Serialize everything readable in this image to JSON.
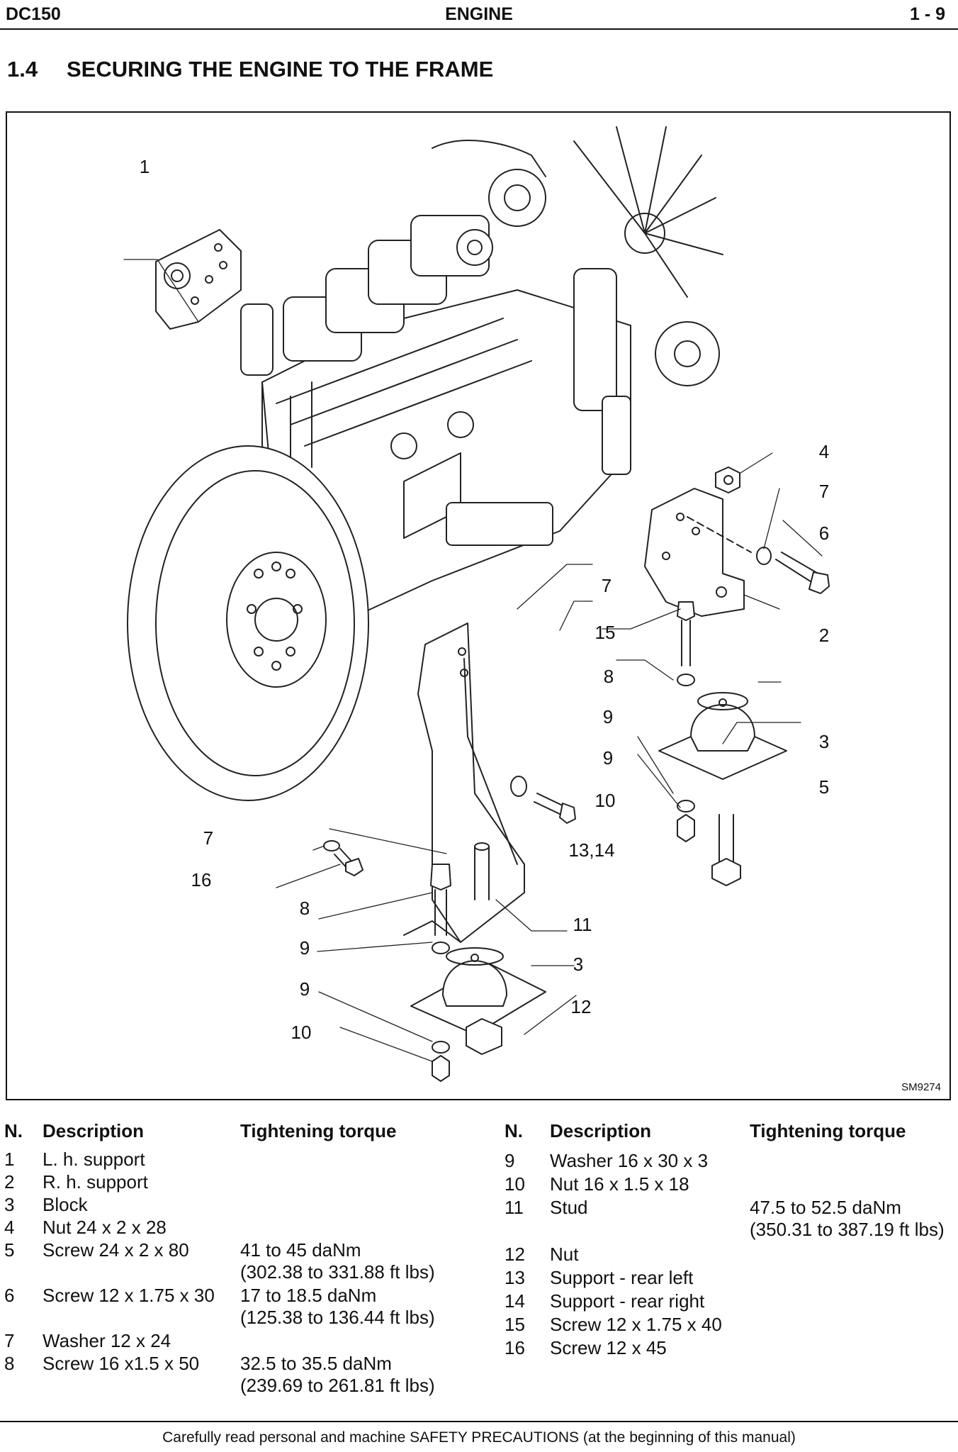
{
  "header": {
    "model": "DC150",
    "section": "ENGINE",
    "page": "1 - 9"
  },
  "title": {
    "number": "1.4",
    "text": "SECURING THE ENGINE TO THE FRAME"
  },
  "figure": {
    "ref": "SM9274",
    "callouts": [
      "1",
      "4",
      "7",
      "6",
      "2",
      "7",
      "15",
      "8",
      "9",
      "3",
      "9",
      "5",
      "10",
      "13,14",
      "7",
      "16",
      "8",
      "11",
      "9",
      "3",
      "9",
      "12",
      "10"
    ]
  },
  "table": {
    "headers": {
      "n": "N.",
      "description": "Description",
      "torque": "Tightening torque"
    },
    "left": [
      {
        "n": "1",
        "description": "L. h. support",
        "torque": [
          "",
          ""
        ]
      },
      {
        "n": "2",
        "description": "R. h. support",
        "torque": [
          "",
          ""
        ]
      },
      {
        "n": "3",
        "description": "Block",
        "torque": [
          "",
          ""
        ]
      },
      {
        "n": "4",
        "description": "Nut 24 x 2 x 28",
        "torque": [
          "",
          ""
        ]
      },
      {
        "n": "5",
        "description": "Screw 24 x 2 x 80",
        "torque": [
          "41 to 45 daNm",
          "(302.38 to 331.88 ft lbs)"
        ]
      },
      {
        "n": "6",
        "description": "Screw 12 x 1.75 x 30",
        "torque": [
          "17 to 18.5 daNm",
          "(125.38 to 136.44 ft lbs)"
        ]
      },
      {
        "n": "7",
        "description": "Washer 12 x 24",
        "torque": [
          "",
          ""
        ]
      },
      {
        "n": "8",
        "description": "Screw 16 x1.5 x 50",
        "torque": [
          "32.5 to 35.5 daNm",
          "(239.69 to 261.81 ft lbs)"
        ]
      }
    ],
    "right": [
      {
        "n": "9",
        "description": "Washer 16 x 30 x 3",
        "torque": [
          "",
          ""
        ]
      },
      {
        "n": "10",
        "description": "Nut 16 x 1.5 x 18",
        "torque": [
          "",
          ""
        ]
      },
      {
        "n": "11",
        "description": "Stud",
        "torque": [
          "47.5 to 52.5 daNm",
          "(350.31 to 387.19 ft lbs)"
        ]
      },
      {
        "n": "12",
        "description": "Nut",
        "torque": [
          "",
          ""
        ]
      },
      {
        "n": "13",
        "description": "Support - rear left",
        "torque": [
          "",
          ""
        ]
      },
      {
        "n": "14",
        "description": "Support - rear right",
        "torque": [
          "",
          ""
        ]
      },
      {
        "n": "15",
        "description": "Screw 12 x 1.75 x 40",
        "torque": [
          "",
          ""
        ]
      },
      {
        "n": "16",
        "description": "Screw 12 x 45",
        "torque": [
          "",
          ""
        ]
      }
    ]
  },
  "footer": "Carefully read personal and machine SAFETY PRECAUTIONS (at the beginning of this manual)"
}
